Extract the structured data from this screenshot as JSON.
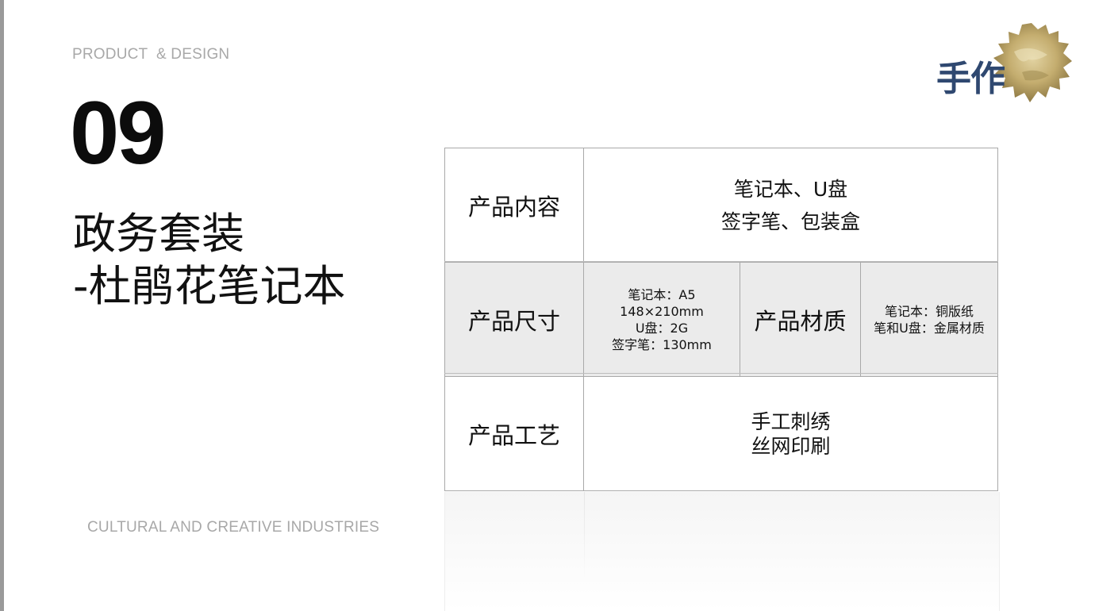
{
  "header": {
    "tagline": "PRODUCT  & DESIGN",
    "number": "09",
    "title_line1": "政务套装",
    "title_line2": "-杜鹃花笔记本"
  },
  "footer": {
    "tagline": "CULTURAL AND CREATIVE INDUSTRIES"
  },
  "logo": {
    "text": "手作",
    "text_color": "#2f4870",
    "accent_color": "#c8b37a"
  },
  "table": {
    "content": {
      "label": "产品内容",
      "line1": "笔记本、U盘",
      "line2": "签字笔、包装盒"
    },
    "size": {
      "label": "产品尺寸",
      "line1": "笔记本：A5",
      "line2": "148×210mm",
      "line3": "U盘：2G",
      "line4": "签字笔：130mm"
    },
    "material": {
      "label": "产品材质",
      "line1": "笔记本：铜版纸",
      "line2": "笔和U盘：金属材质"
    },
    "craft": {
      "label": "产品工艺",
      "line1": "手工刺绣",
      "line2": "丝网印刷"
    }
  }
}
